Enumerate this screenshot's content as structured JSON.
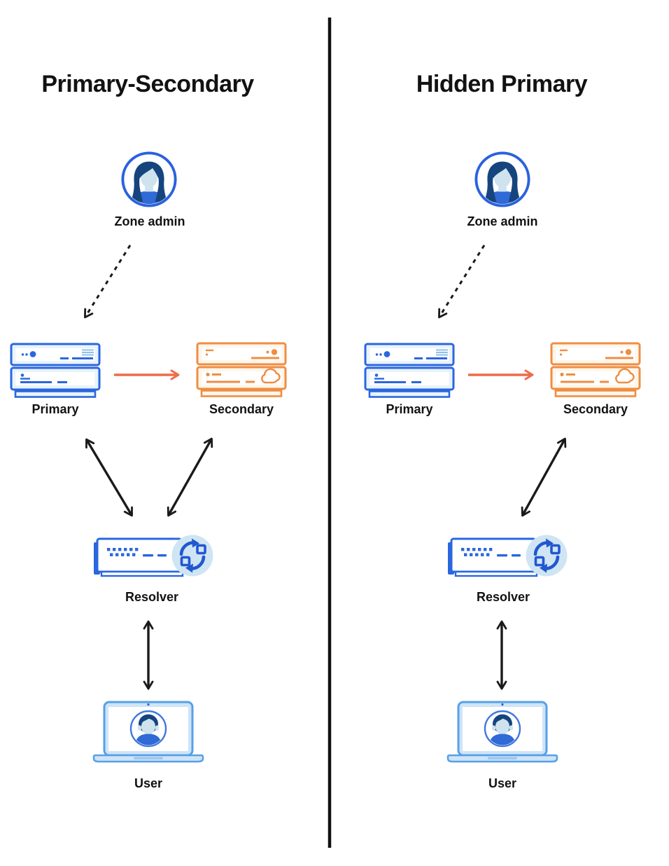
{
  "columns": [
    {
      "title": "Primary-Secondary",
      "labels": {
        "zone_admin": "Zone admin",
        "primary": "Primary",
        "secondary": "Secondary",
        "resolver": "Resolver",
        "user": "User"
      }
    },
    {
      "title": "Hidden Primary",
      "labels": {
        "zone_admin": "Zone admin",
        "primary": "Primary",
        "secondary": "Secondary",
        "resolver": "Resolver",
        "user": "User"
      }
    }
  ],
  "icons": {
    "zone_admin": "person-avatar-icon",
    "primary": "blue-server-icon",
    "secondary": "orange-cloud-server-icon",
    "resolver": "resolver-sync-server-icon",
    "user": "laptop-user-icon"
  },
  "colors": {
    "primary_server_stroke": "#2a67df",
    "primary_server_fill": "#eaf3fc",
    "secondary_server_stroke": "#ef8d43",
    "secondary_server_fill": "#fdf6eb",
    "zone_transfer_arrow": "#ee6b4a",
    "black_lines": "#1a1a1a",
    "sync_badge_bg": "#cfe5f4",
    "sync_glyph": "#2257d0",
    "avatar_ring": "#2a62dd",
    "avatar_hair": "#16457e",
    "avatar_skin": "#cfe3ef",
    "avatar_shirt": "#2f6ad6",
    "laptop_stroke": "#57a0e8",
    "laptop_fill": "#cfe4f7"
  }
}
